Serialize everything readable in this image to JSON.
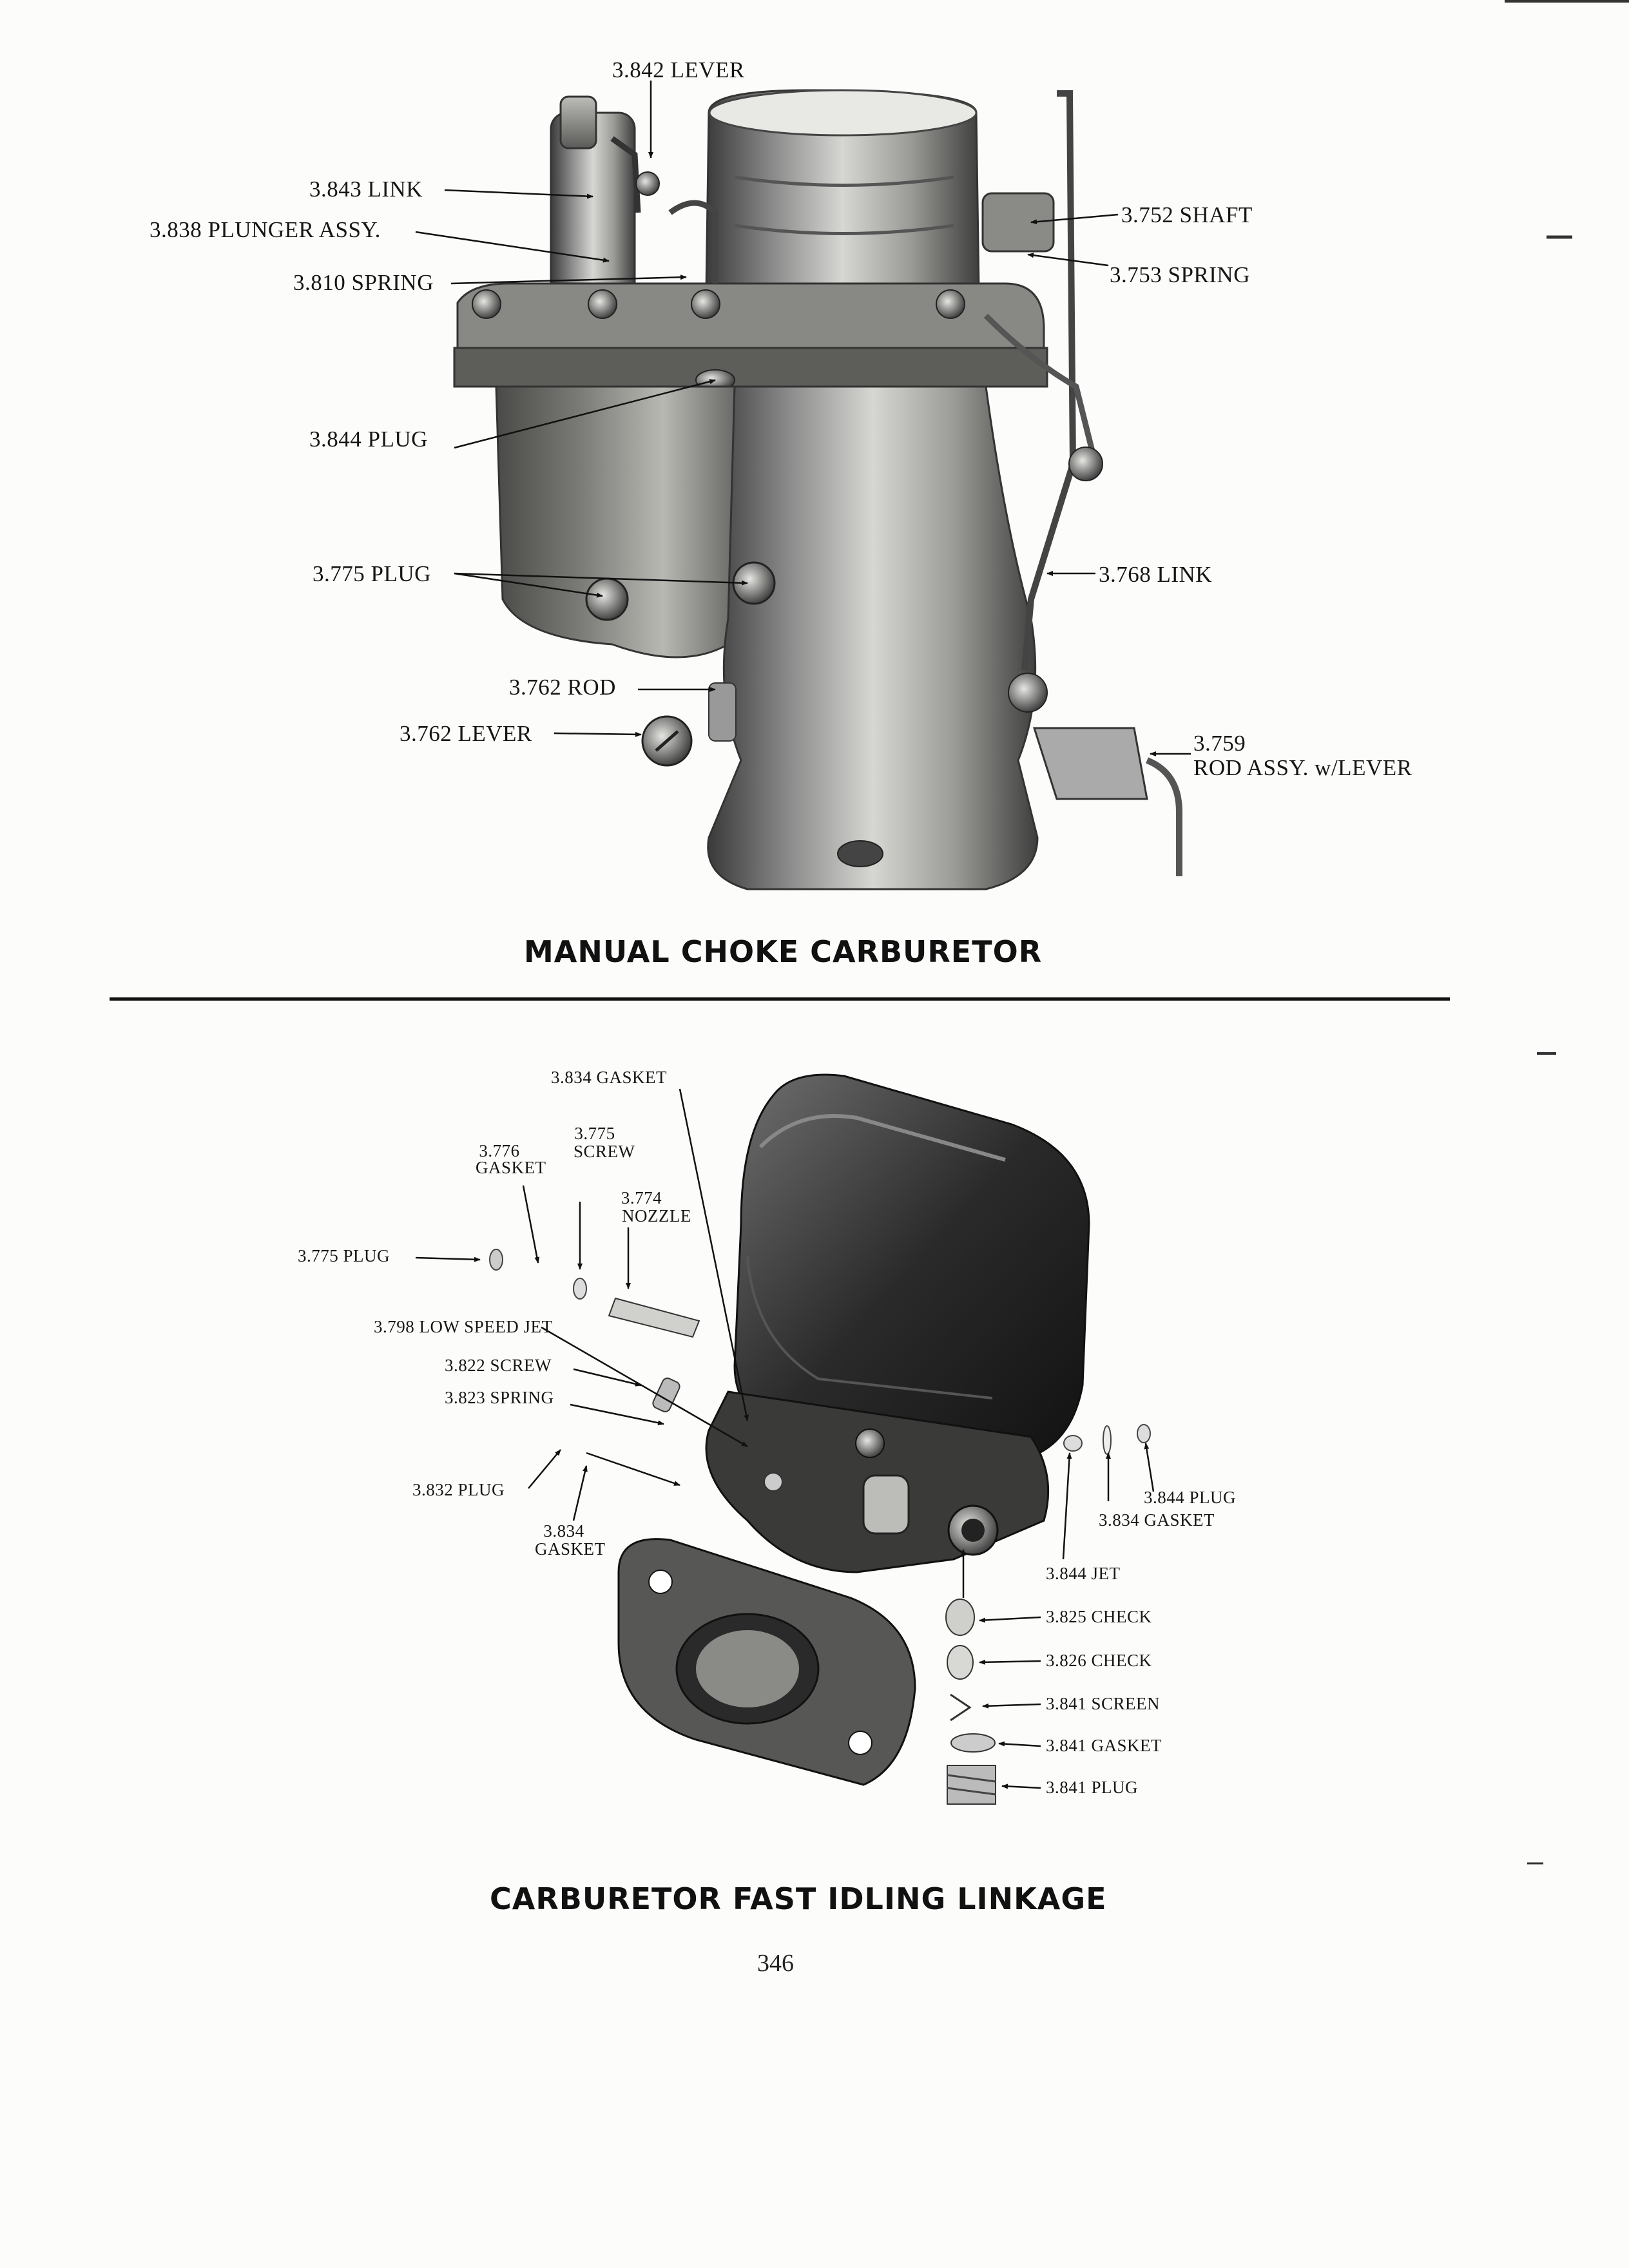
{
  "figure1": {
    "caption": "MANUAL CHOKE CARBURETOR",
    "labels": {
      "lever_3842": "3.842 LEVER",
      "link_3843": "3.843 LINK",
      "plunger_3838": "3.838 PLUNGER ASSY.",
      "spring_3810": "3.810 SPRING",
      "plug_3844": "3.844 PLUG",
      "plug_3775": "3.775 PLUG",
      "rod_3762": "3.762 ROD",
      "lever_3762": "3.762 LEVER",
      "shaft_3752": "3.752 SHAFT",
      "spring_3753": "3.753 SPRING",
      "link_3768": "3.768 LINK",
      "rod_3759_num": "3.759",
      "rod_3759_text": "ROD ASSY. w/LEVER"
    }
  },
  "figure2": {
    "caption": "CARBURETOR FAST IDLING LINKAGE",
    "labels": {
      "gasket_3834_top": "3.834 GASKET",
      "screw_3775_num": "3.775",
      "screw_3775_text": "SCREW",
      "gasket_3776_num": "3.776",
      "gasket_3776_text": "GASKET",
      "nozzle_3774_num": "3.774",
      "nozzle_3774_text": "NOZZLE",
      "plug_3775": "3.775 PLUG",
      "jet_3798": "3.798 LOW SPEED JET",
      "screw_3822": "3.822 SCREW",
      "spring_3823": "3.823 SPRING",
      "plug_3832": "3.832 PLUG",
      "gasket_3834_left_num": "3.834",
      "gasket_3834_left_text": "GASKET",
      "plug_3844": "3.844 PLUG",
      "gasket_3834_right": "3.834 GASKET",
      "jet_3844": "3.844 JET",
      "check_3825": "3.825 CHECK",
      "check_3826": "3.826 CHECK",
      "screen_3841": "3.841 SCREEN",
      "gasket_3841": "3.841 GASKET",
      "plug_3841": "3.841 PLUG"
    }
  },
  "page_number": "346"
}
